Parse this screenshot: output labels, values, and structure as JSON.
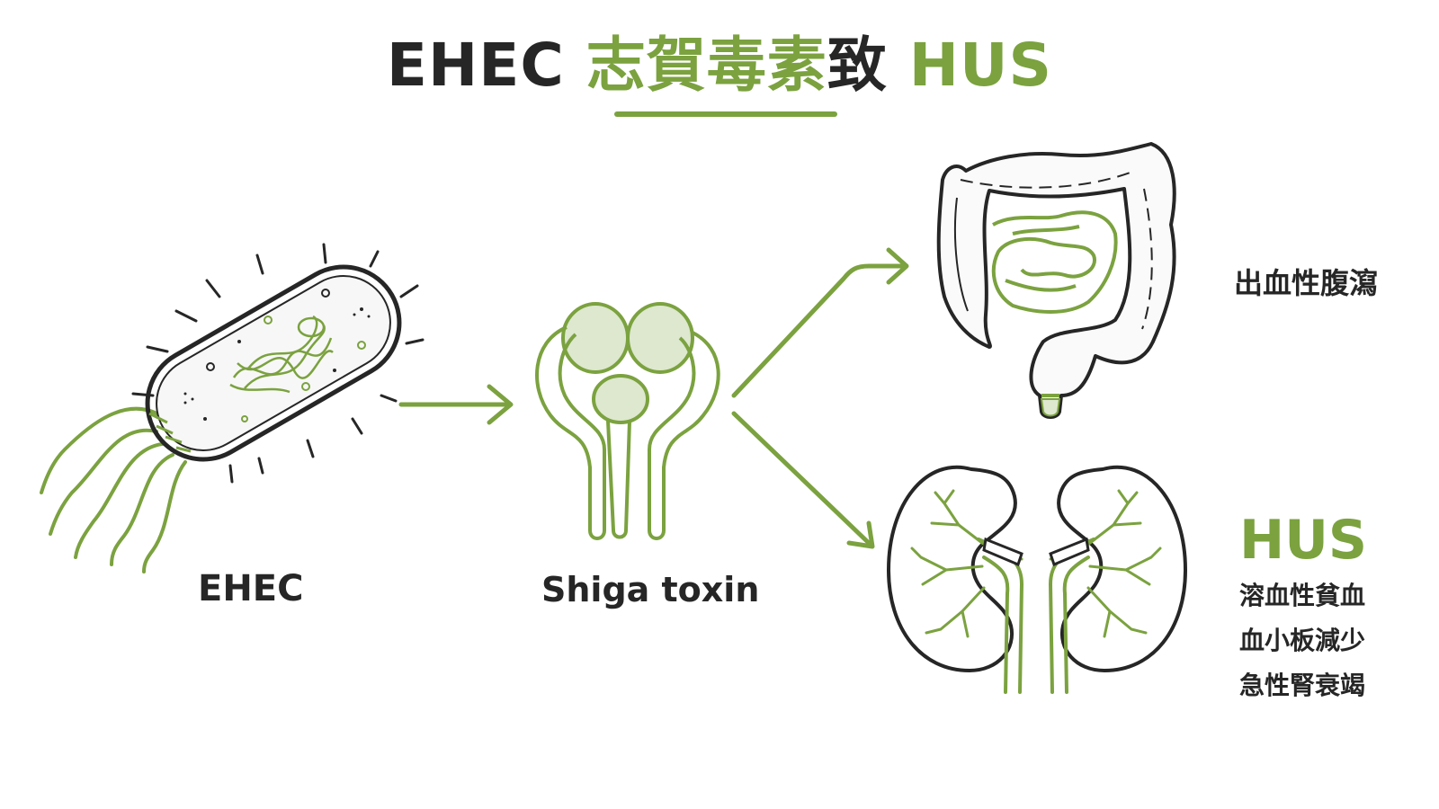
{
  "title": {
    "part1": "EHEC ",
    "part2": "志賀毒素",
    "part3": "致 ",
    "part4": "HUS"
  },
  "labels": {
    "bacterium": "EHEC",
    "toxin": "Shiga toxin",
    "intestine_effect": "出血性腹瀉",
    "kidney_effect_title": "HUS",
    "kidney_effects": [
      "溶血性貧血",
      "血小板減少",
      "急性腎衰竭"
    ]
  },
  "colors": {
    "accent": "#7ba23f",
    "light_fill": "#dde8cf",
    "outline": "#262626",
    "text": "#262626"
  }
}
